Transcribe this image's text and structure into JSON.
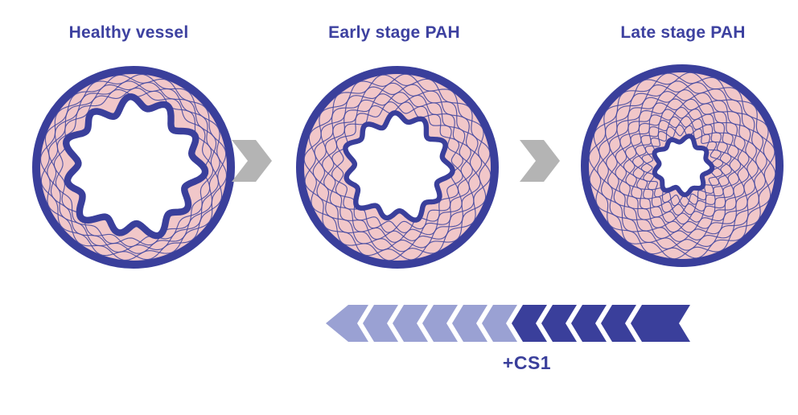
{
  "palette": {
    "indigo": "#3a3f9b",
    "title_text": "#3d41a0",
    "wall_pink": "#f1c7c9",
    "lattice_line": "#4549a0",
    "gray_arrow": "#b4b4b4",
    "chevron_light": "#9aa1d3",
    "chevron_dark": "#3a3f9b",
    "lumen_white": "#ffffff"
  },
  "stages": [
    {
      "label": "Healthy vessel",
      "lumen_radius": 76,
      "wall_rows": 3
    },
    {
      "label": "Early stage PAH",
      "lumen_radius": 58,
      "wall_rows": 4
    },
    {
      "label": "Late stage PAH",
      "lumen_radius": 30,
      "wall_rows": 7
    }
  ],
  "treatment_arrow": {
    "label": "+CS1",
    "direction": "left",
    "light_segments": 6,
    "dark_segments": 5
  }
}
